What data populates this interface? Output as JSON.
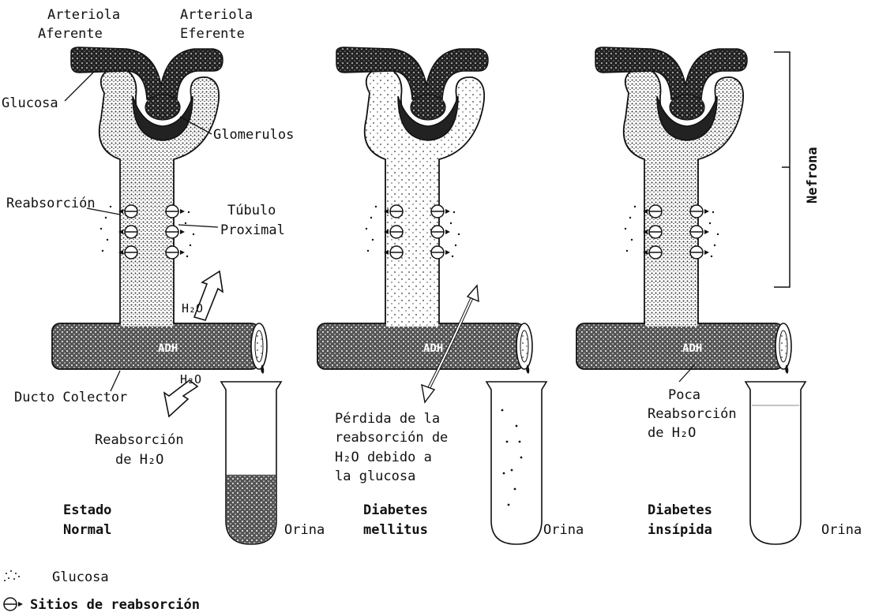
{
  "labels": {
    "arteriola_aferente_1": "Arteriola",
    "arteriola_aferente_2": "Aferente",
    "arteriola_eferente_1": "Arteriola",
    "arteriola_eferente_2": "Eferente",
    "glucosa": "Glucosa",
    "glomerulos": "Glomerulos",
    "reabsorcion": "Reabsorción",
    "tubulo_1": "Túbulo",
    "tubulo_2": "Proximal",
    "ducto_colector": "Ducto Colector",
    "nefrona": "Nefrona",
    "adh": "ADH",
    "h2o": "H₂O",
    "reabs_h2o_1": "Reabsorción",
    "reabs_h2o_2": "de H₂O",
    "perdida_1": "Pérdida de la",
    "perdida_2": "reabsorción de",
    "perdida_3": "H₂O debido a",
    "perdida_4": "la glucosa",
    "poca_1": "Poca",
    "poca_2": "Reabsorción",
    "poca_3": "de H₂O",
    "orina": "Orina"
  },
  "panels": [
    {
      "title_1": "Estado",
      "title_2": "Normal"
    },
    {
      "title_1": "Diabetes",
      "title_2": "mellitus"
    },
    {
      "title_1": "Diabetes",
      "title_2": "insípida"
    }
  ],
  "legend": {
    "glucosa": "Glucosa",
    "sitios": "Sitios de reabsorción"
  },
  "urine_fill": [
    0.45,
    0.0,
    0.0
  ],
  "colors": {
    "ink": "#111111",
    "paper": "#ffffff",
    "stipple": "#333333"
  }
}
